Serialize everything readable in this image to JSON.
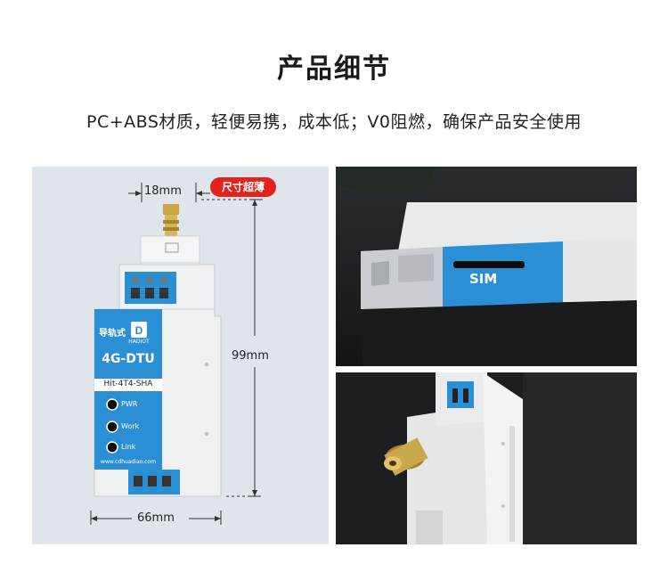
{
  "heading": {
    "title": "产品细节",
    "subtitle": "PC+ABS材质，轻便易携，成本低；V0阻燃，确保产品安全使用"
  },
  "left_panel": {
    "badge": "尺寸超薄",
    "width_top": "18mm",
    "height": "99mm",
    "width_bottom": "66mm",
    "device": {
      "chinese_label": "导轨式",
      "brand": "HADIOT",
      "model_title": "4G-DTU",
      "model_code": "Hit-4T4-SHA",
      "leds": [
        "PWR",
        "Work",
        "Link"
      ],
      "website": "www.cdhuadiao.com"
    }
  },
  "right_top_panel": {
    "sim_label": "SIM"
  },
  "colors": {
    "accent_blue": "#2b8fd6",
    "badge_red": "#e3221b",
    "panel_bg": "#dfe5eb"
  }
}
